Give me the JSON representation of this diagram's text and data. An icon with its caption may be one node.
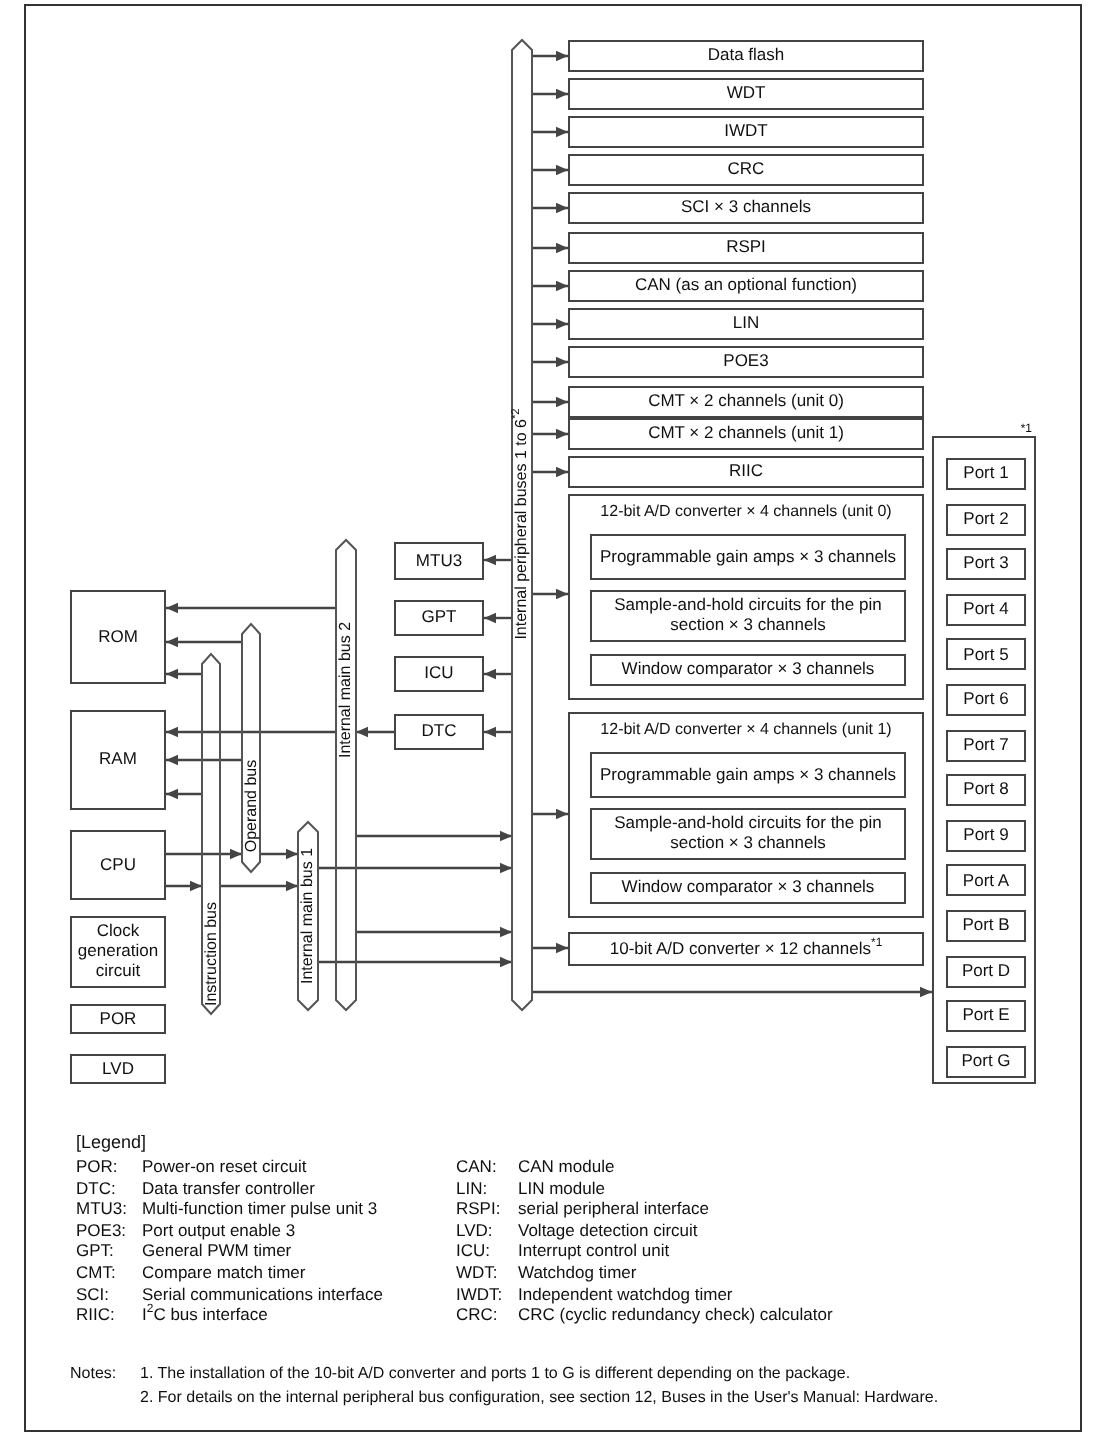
{
  "diagram": {
    "nodes": [
      {
        "text": [
          "Internal peripheral buses 1 to 6$^{*2}$"
        ]
      },
      {
        "text": [
          "Data flash"
        ]
      },
      {
        "text": [
          "WDT"
        ]
      },
      {
        "text": [
          "IWDT"
        ]
      },
      {
        "text": [
          "CRC"
        ]
      },
      {
        "text": [
          "SCI × 3 channels"
        ]
      },
      {
        "text": [
          "RSPI"
        ]
      },
      {
        "text": [
          "CAN (as an optional function)"
        ]
      },
      {
        "text": [
          "LIN"
        ]
      },
      {
        "text": [
          "POE3"
        ]
      },
      {
        "text": [
          "CMT × 2 channels (unit 0)"
        ]
      },
      {
        "text": [
          "CMT × 2 channels (unit 1)"
        ]
      },
      {
        "text": [
          "RIIC"
        ]
      },
      {
        "text": [],
        "shape": "box",
        "beside": [
          "*1"
        ]
      },
      {
        "text": [
          "Port 1"
        ],
        "in": 13
      },
      {
        "text": [
          "Port 2"
        ],
        "in": 13
      },
      {
        "text": [
          "Port 3"
        ],
        "in": 13
      },
      {
        "text": [
          "Port 4"
        ],
        "in": 13
      },
      {
        "text": [
          "Port 5"
        ],
        "in": 13
      },
      {
        "text": [
          "Port 6"
        ],
        "in": 13
      },
      {
        "text": [
          "Port 7"
        ],
        "in": 13
      },
      {
        "text": [
          "Port 8"
        ],
        "in": 13
      },
      {
        "text": [
          "Port 9"
        ],
        "in": 13
      },
      {
        "text": [
          "Port A"
        ],
        "in": 13
      },
      {
        "text": [
          "Port B"
        ],
        "in": 13
      },
      {
        "text": [
          "Port D"
        ],
        "in": 13
      },
      {
        "text": [
          "Port E"
        ],
        "in": 13
      },
      {
        "text": [
          "Port G"
        ],
        "in": 13
      },
      {
        "text": [
          "12-bit A/D converter × 4 channels (unit 0)"
        ]
      },
      {
        "text": [
          "Programmable gain amps × 3 channels"
        ],
        "in": 28
      },
      {
        "text": [
          "Sample-and-hold circuits for the pin section × 3 channels"
        ],
        "in": 28
      },
      {
        "text": [
          "Window comparator × 3 channels"
        ],
        "in": 28
      },
      {
        "text": [
          "12-bit A/D converter × 4 channels (unit 1)"
        ]
      },
      {
        "text": [
          "Programmable gain amps × 3 channels"
        ],
        "in": 32
      },
      {
        "text": [
          "Sample-and-hold circuits for the pin section × 3 channels"
        ],
        "in": 32
      },
      {
        "text": [
          "Window comparator × 3 channels"
        ],
        "in": 32
      },
      {
        "text": [
          "10-bit A/D converter × 12 channels$^{*1}$"
        ]
      },
      {
        "text": [
          "MTU3"
        ]
      },
      {
        "text": [
          "GPT"
        ]
      },
      {
        "text": [
          "ICU"
        ]
      },
      {
        "text": [
          "DTC"
        ]
      },
      {
        "text": [
          "Internal main bus 2"
        ]
      },
      {
        "text": [
          "ROM"
        ]
      },
      {
        "text": [
          "Operand bus"
        ]
      },
      {
        "text": [
          "Instruction bus"
        ]
      },
      {
        "text": [
          "RAM"
        ]
      },
      {
        "text": [
          "CPU"
        ]
      },
      {
        "text": [
          "Internal main bus 1"
        ]
      },
      {
        "text": [
          "Clock generation circuit"
        ]
      },
      {
        "text": [
          "POR"
        ]
      },
      {
        "text": [
          "LVD"
        ]
      }
    ],
    "edges": [
      {
        "from": 0,
        "to": 1,
        "arrow": "to"
      },
      {
        "from": 0,
        "to": 2,
        "arrow": "to"
      },
      {
        "from": 0,
        "to": 3,
        "arrow": "to"
      },
      {
        "from": 0,
        "to": 4,
        "arrow": "to"
      },
      {
        "from": 0,
        "to": 5,
        "arrow": "to"
      },
      {
        "from": 0,
        "to": 6,
        "arrow": "to"
      },
      {
        "from": 0,
        "to": 7,
        "arrow": "to"
      },
      {
        "from": 0,
        "to": 8,
        "arrow": "to"
      },
      {
        "from": 0,
        "to": 9,
        "arrow": "to"
      },
      {
        "from": 0,
        "to": 10,
        "arrow": "to"
      },
      {
        "from": 0,
        "to": 11,
        "arrow": "to"
      },
      {
        "from": 0,
        "to": 12,
        "arrow": "to"
      },
      {
        "from": 0,
        "to": 28,
        "arrow": "to"
      },
      {
        "from": 0,
        "to": 32,
        "arrow": "to"
      },
      {
        "from": 0,
        "to": 36,
        "arrow": "to"
      },
      {
        "from": 0,
        "to": 13,
        "arrow": "to"
      },
      {
        "from": 0,
        "to": 37,
        "arrow": "to"
      },
      {
        "from": 0,
        "to": 38,
        "arrow": "to"
      },
      {
        "from": 0,
        "to": 39,
        "arrow": "to"
      },
      {
        "from": 0,
        "to": 40,
        "arrow": "to"
      },
      {
        "from": 40,
        "to": 41,
        "arrow": "to"
      },
      {
        "from": 41,
        "to": 42,
        "arrow": "to"
      },
      {
        "from": 43,
        "to": 42,
        "arrow": "to"
      },
      {
        "from": 44,
        "to": 42,
        "arrow": "to"
      },
      {
        "from": 41,
        "to": 45,
        "arrow": "to"
      },
      {
        "from": 43,
        "to": 45,
        "arrow": "to"
      },
      {
        "from": 44,
        "to": 45,
        "arrow": "to"
      },
      {
        "from": 46,
        "to": 43,
        "arrow": "to"
      },
      {
        "from": 43,
        "to": 47,
        "arrow": "to"
      },
      {
        "from": 46,
        "to": 44,
        "arrow": "to"
      },
      {
        "from": 44,
        "to": 47,
        "arrow": "to"
      },
      {
        "from": 41,
        "to": 0,
        "arrow": "to"
      },
      {
        "from": 47,
        "to": 0,
        "arrow": "to"
      },
      {
        "from": 41,
        "to": 0,
        "arrow": "to"
      },
      {
        "from": 47,
        "to": 0,
        "arrow": "to"
      }
    ],
    "labels": [
      "[Legend]",
      "POR:",
      "Power-on reset circuit",
      "CAN:",
      "CAN module",
      "DTC:",
      "Data transfer controller",
      "LIN:",
      "LIN module",
      "MTU3:",
      "Multi-function timer pulse unit 3",
      "RSPI:",
      "serial peripheral interface",
      "POE3:",
      "Port output enable 3",
      "LVD:",
      "Voltage detection circuit",
      "GPT:",
      "General PWM timer",
      "ICU:",
      "Interrupt control unit",
      "CMT:",
      "Compare match timer",
      "WDT:",
      "Watchdog timer",
      "SCI:",
      "Serial communications interface",
      "IWDT:",
      "Independent watchdog timer",
      "RIIC:",
      "I$^{2}$C bus interface",
      "CRC:",
      "CRC (cyclic redundancy check) calculator",
      "Notes:",
      "1. The installation of the 10-bit A/D converter and ports 1 to G is different depending on the package.",
      "2. For details on the internal peripheral bus configuration, see section 12, Buses in the User's Manual: Hardware."
    ]
  }
}
